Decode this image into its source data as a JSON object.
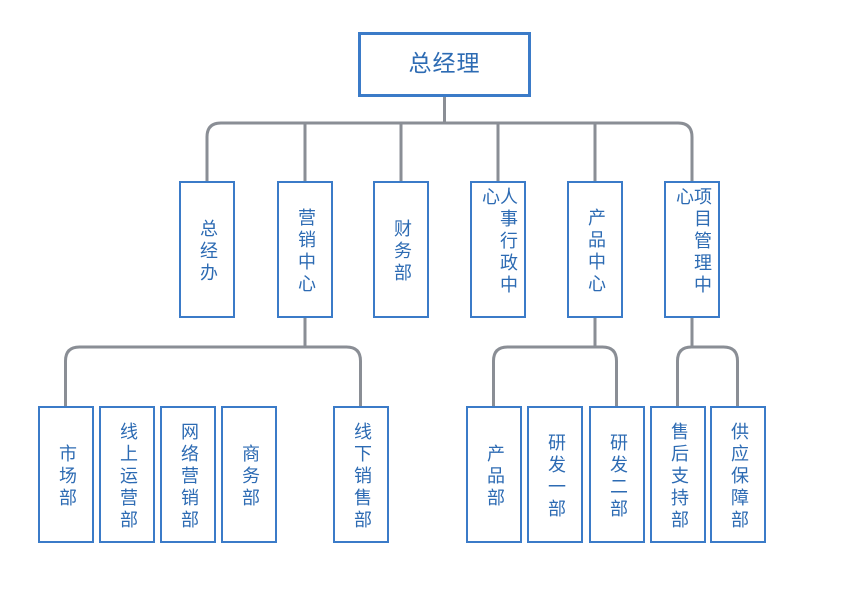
{
  "colors": {
    "box_border": "#3b7bc8",
    "text": "#2d6bb3",
    "connector": "#8a8e95"
  },
  "root": {
    "label": "总经理"
  },
  "departments": [
    {
      "label": "总经办"
    },
    {
      "label": "营销中心"
    },
    {
      "label": "财务部"
    },
    {
      "label": "人事行政中心"
    },
    {
      "label": "产品中心"
    },
    {
      "label": "项目管理中心"
    }
  ],
  "marketing_units": [
    {
      "label": "市场部"
    },
    {
      "label": "线上运营部"
    },
    {
      "label": "网络营销部"
    },
    {
      "label": "商务部"
    },
    {
      "label": "线下销售部"
    }
  ],
  "product_units": [
    {
      "label": "产品部"
    },
    {
      "label": "研发一部"
    },
    {
      "label": "研发二部"
    }
  ],
  "project_units": [
    {
      "label": "售后支持部"
    },
    {
      "label": "供应保障部"
    }
  ]
}
